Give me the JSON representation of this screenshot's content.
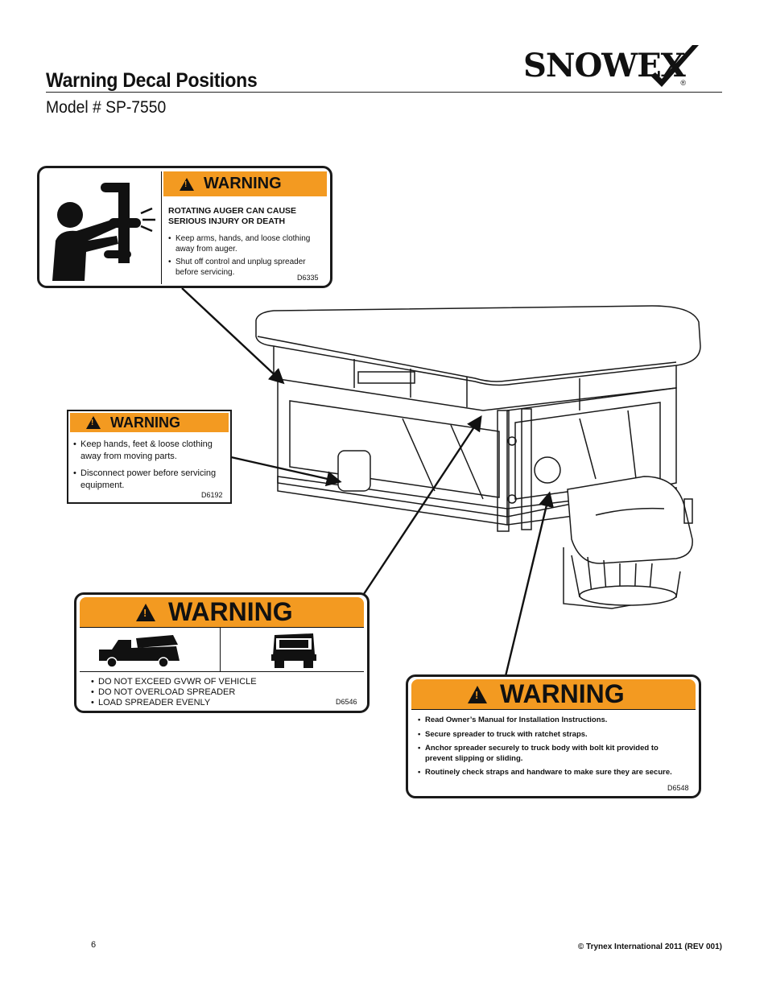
{
  "header": {
    "title": "Warning Decal Positions",
    "model": "Model # SP-7550",
    "logo_text": "SNOWEX",
    "logo_mark": "®"
  },
  "decals": {
    "auger": {
      "heading": "WARNING",
      "lead": "ROTATING AUGER CAN CAUSE SERIOUS INJURY OR DEATH",
      "items": [
        "Keep arms, hands, and loose clothing away from auger.",
        "Shut off control and unplug spreader before servicing."
      ],
      "code": "D6335"
    },
    "moving_parts": {
      "heading": "WARNING",
      "items": [
        "Keep hands, feet & loose clothing away from moving parts.",
        "Disconnect power before servicing equipment."
      ],
      "code": "D6192"
    },
    "gvwr": {
      "heading": "WARNING",
      "items": [
        "DO NOT EXCEED GVWR OF VEHICLE",
        "DO NOT OVERLOAD SPREADER",
        "LOAD SPREADER EVENLY"
      ],
      "code": "D6546"
    },
    "install": {
      "heading": "WARNING",
      "items": [
        "Read Owner’s Manual for Installation Instructions.",
        "Secure spreader to truck with ratchet straps.",
        "Anchor spreader securely to truck body with bolt kit provided to prevent slipping or sliding.",
        "Routinely check straps and handware to make sure they are secure."
      ],
      "code": "D6548"
    }
  },
  "footer": {
    "page_number": "6",
    "copyright": "© Trynex International 2011  (REV 001)"
  },
  "colors": {
    "warning_orange": "#f39a21",
    "ink": "#1a1a1a"
  },
  "icons": [
    "snowex-logo-icon",
    "warning-triangle-icon",
    "auger-hazard-pictogram-icon",
    "truck-side-icon",
    "truck-rear-icon",
    "spreader-illustration"
  ]
}
